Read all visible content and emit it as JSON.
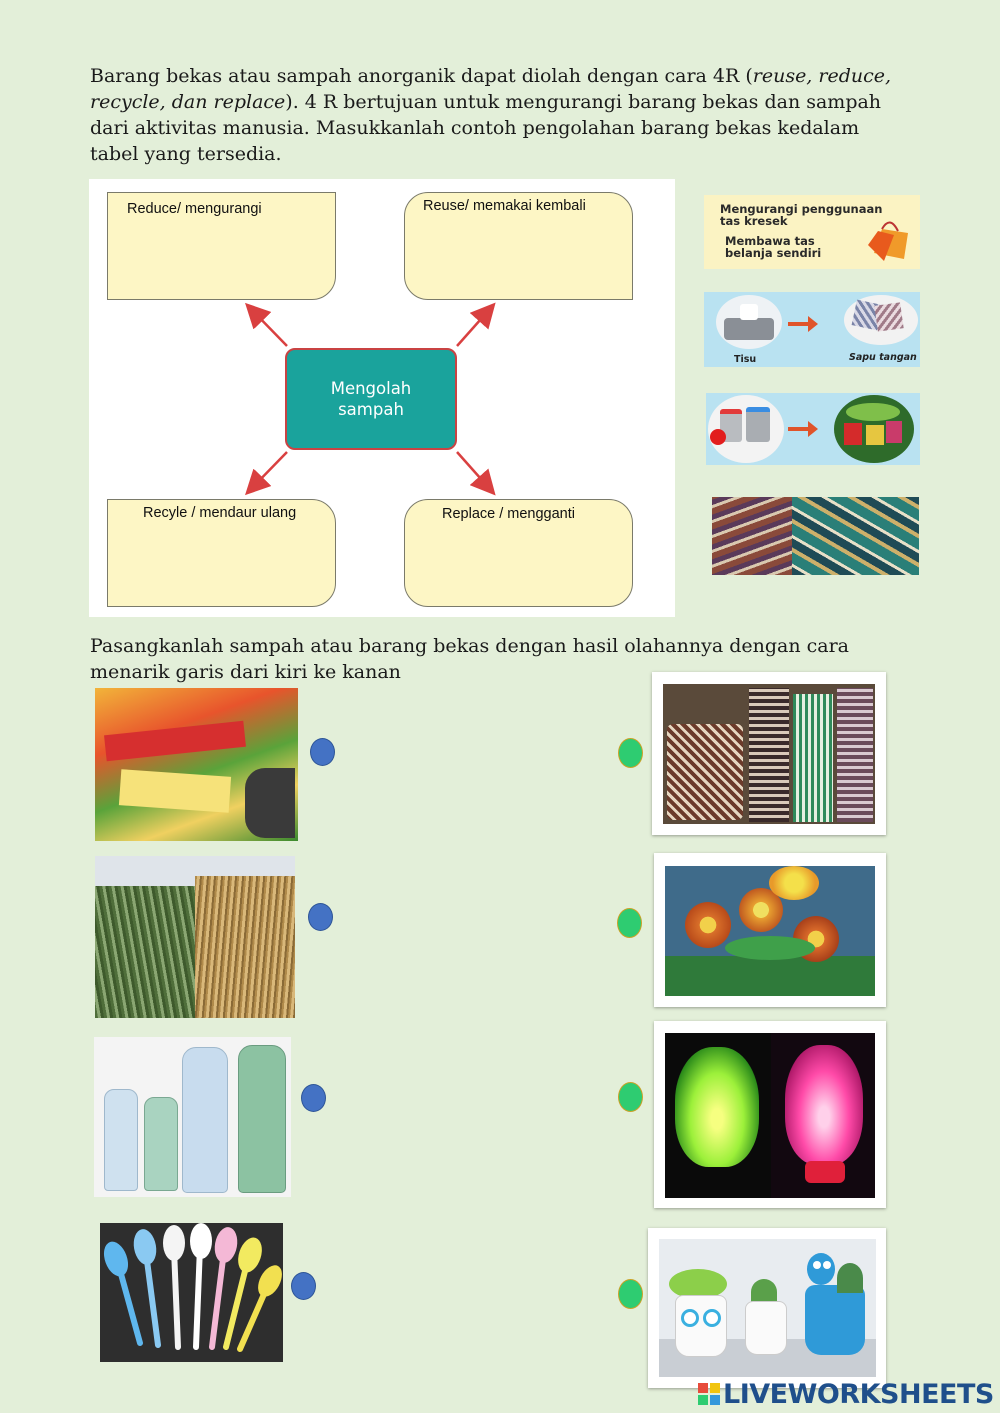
{
  "intro": {
    "part1": "Barang bekas atau sampah anorganik dapat diolah dengan cara 4R (",
    "italic": "reuse, reduce, recycle, dan replace",
    "part2": "). 4 R bertujuan untuk mengurangi barang bekas dan sampah dari aktivitas manusia. Masukkanlah contoh pengolahan barang bekas kedalam tabel yang tersedia."
  },
  "diagram": {
    "center": "Mengolah sampah",
    "reduce": "Reduce/ mengurangi",
    "reuse": "Reuse/ memakai kembali",
    "recycle": "Recyle / mendaur ulang",
    "replace": "Replace / mengganti"
  },
  "examples": {
    "ex1_line1": "Mengurangi penggunaan",
    "ex1_line2": "tas kresek",
    "ex1_line3": "Membawa tas",
    "ex1_line4": "belanja sendiri",
    "ex2_left": "Tisu",
    "ex2_right": "Sapu tangan"
  },
  "matching": {
    "instruction": "Pasangkanlah sampah atau barang bekas dengan hasil olahannya dengan cara menarik garis dari kiri ke kanan"
  },
  "logo": {
    "text": "LIVEWORKSHEETS"
  },
  "colors": {
    "page_bg": "#e3efd9",
    "box_fill": "#fdf6c5",
    "center_fill": "#1aa39c",
    "arrow": "#d94040",
    "left_dot": "#4472c4",
    "right_dot": "#2ecc71"
  }
}
